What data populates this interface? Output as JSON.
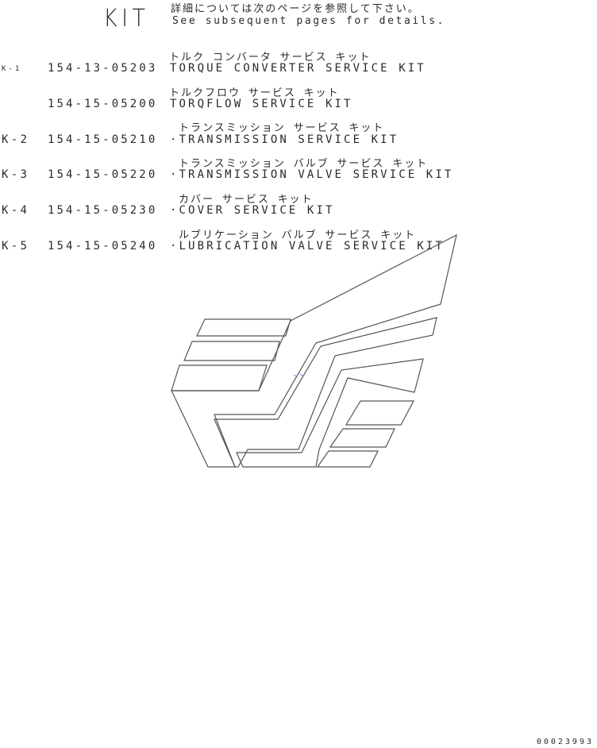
{
  "header": {
    "title": "KIT",
    "note_jp": "詳細については次のページを参照して下さい。",
    "note_en": "See subsequent pages for details."
  },
  "items": [
    {
      "code": "K-1",
      "part_no": "154-13-05203",
      "jp": "トルク コンバータ サービス キット",
      "desc": "TORQUE CONVERTER SERVICE KIT"
    },
    {
      "code": "",
      "part_no": "154-15-05200",
      "jp": "トルクフロウ サービス キット",
      "desc": "TORQFLOW SERVICE KIT"
    },
    {
      "code": "K-2",
      "part_no": "154-15-05210",
      "jp": "トランスミッション サービス キット",
      "desc": "·TRANSMISSION SERVICE KIT"
    },
    {
      "code": "K-3",
      "part_no": "154-15-05220",
      "jp": "トランスミッション バルブ サービス キット",
      "desc": "·TRANSMISSION VALVE SERVICE KIT"
    },
    {
      "code": "K-4",
      "part_no": "154-15-05230",
      "jp": "カバー サービス キット",
      "desc": "·COVER SERVICE KIT"
    },
    {
      "code": "K-5",
      "part_no": "154-15-05240",
      "jp": "ルブリケーション バルブ サービス キット",
      "desc": "·LUBRICATION VALVE SERVICE KIT"
    }
  ],
  "footer": {
    "doc_number": "00023993"
  },
  "colors": {
    "text": "#2a2a2a",
    "line_art": "#555555"
  },
  "logo": {
    "icon": "wing-emblem-icon"
  }
}
